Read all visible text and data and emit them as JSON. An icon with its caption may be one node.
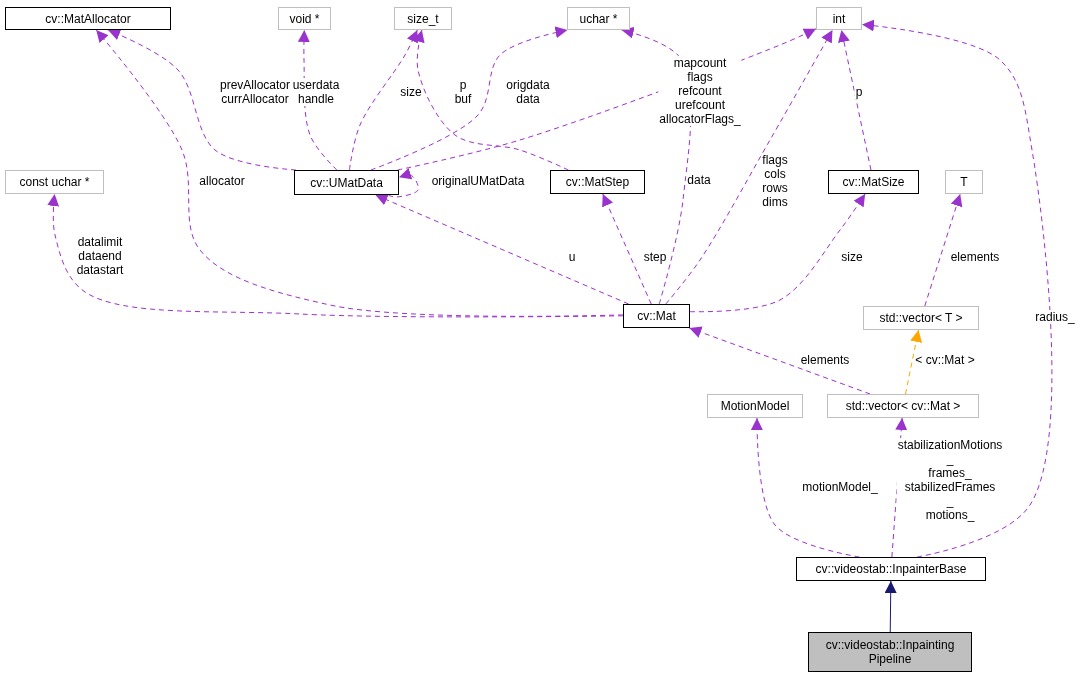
{
  "diagram": {
    "nodes": [
      {
        "text": [
          "cv::MatAllocator"
        ]
      },
      {
        "text": [
          "void *"
        ]
      },
      {
        "text": [
          "size_t"
        ]
      },
      {
        "text": [
          "uchar *"
        ]
      },
      {
        "text": [
          "int"
        ]
      },
      {
        "text": [
          "const uchar *"
        ]
      },
      {
        "text": [
          "cv::UMatData"
        ]
      },
      {
        "text": [
          "cv::MatStep"
        ]
      },
      {
        "text": [
          "cv::MatSize"
        ]
      },
      {
        "text": [
          "T"
        ]
      },
      {
        "text": [
          "cv::Mat"
        ]
      },
      {
        "text": [
          "std::vector< T >"
        ]
      },
      {
        "text": [
          "MotionModel"
        ]
      },
      {
        "text": [
          "std::vector< cv::Mat >"
        ]
      },
      {
        "text": [
          "cv::videostab::InpainterBase"
        ]
      },
      {
        "text": [
          "cv::videostab::Inpainting Pipeline"
        ]
      }
    ],
    "edges": [
      {
        "from": 6,
        "to": 0,
        "arrow": "to",
        "label": "prevAllocator currAllocator",
        "style": "dashed"
      },
      {
        "from": 6,
        "to": 1,
        "arrow": "to",
        "label": "userdata handle",
        "style": "dashed"
      },
      {
        "from": 6,
        "to": 2,
        "arrow": "to",
        "label": "size",
        "style": "dashed"
      },
      {
        "from": 7,
        "to": 2,
        "arrow": "to",
        "label": "p buf",
        "style": "dashed"
      },
      {
        "from": 6,
        "to": 3,
        "arrow": "to",
        "label": "origdata data",
        "style": "dashed"
      },
      {
        "from": 6,
        "to": 4,
        "arrow": "to",
        "label": "mapcount flags refcount urefcount allocatorFlags_",
        "style": "dashed"
      },
      {
        "from": 10,
        "to": 0,
        "arrow": "to",
        "label": "allocator",
        "style": "dashed"
      },
      {
        "from": 10,
        "to": 6,
        "arrow": "to",
        "label": "u",
        "style": "dashed"
      },
      {
        "from": 10,
        "to": 7,
        "arrow": "to",
        "label": "step",
        "style": "dashed"
      },
      {
        "from": 10,
        "to": 3,
        "arrow": "to",
        "label": "data",
        "style": "dashed"
      },
      {
        "from": 10,
        "to": 4,
        "arrow": "to",
        "label": "flags cols rows dims",
        "style": "dashed"
      },
      {
        "from": 10,
        "to": 8,
        "arrow": "to",
        "label": "size",
        "style": "dashed"
      },
      {
        "from": 8,
        "to": 4,
        "arrow": "to",
        "label": "p",
        "style": "dashed"
      },
      {
        "from": 10,
        "to": 5,
        "arrow": "to",
        "label": "datalimit dataend datastart",
        "style": "dashed"
      },
      {
        "from": 6,
        "to": 6,
        "arrow": "to",
        "label": "originalUMatData",
        "style": "dashed"
      },
      {
        "from": 11,
        "to": 9,
        "arrow": "to",
        "label": "elements",
        "style": "dashed"
      },
      {
        "from": 13,
        "to": 11,
        "arrow": "to",
        "label": "< cv::Mat >",
        "style": "dashed",
        "color": "#ffa500"
      },
      {
        "from": 13,
        "to": 10,
        "arrow": "to",
        "label": "elements",
        "style": "dashed"
      },
      {
        "from": 14,
        "to": 12,
        "arrow": "to",
        "label": "motionModel_",
        "style": "dashed"
      },
      {
        "from": 14,
        "to": 13,
        "arrow": "to",
        "label": "stabilizationMotions _ frames_ stabilizedFrames _ motions_",
        "style": "dashed"
      },
      {
        "from": 14,
        "to": 4,
        "arrow": "to",
        "label": "radius_",
        "style": "dashed"
      },
      {
        "from": 15,
        "to": 14,
        "arrow": "to",
        "color": "#191970"
      }
    ]
  }
}
